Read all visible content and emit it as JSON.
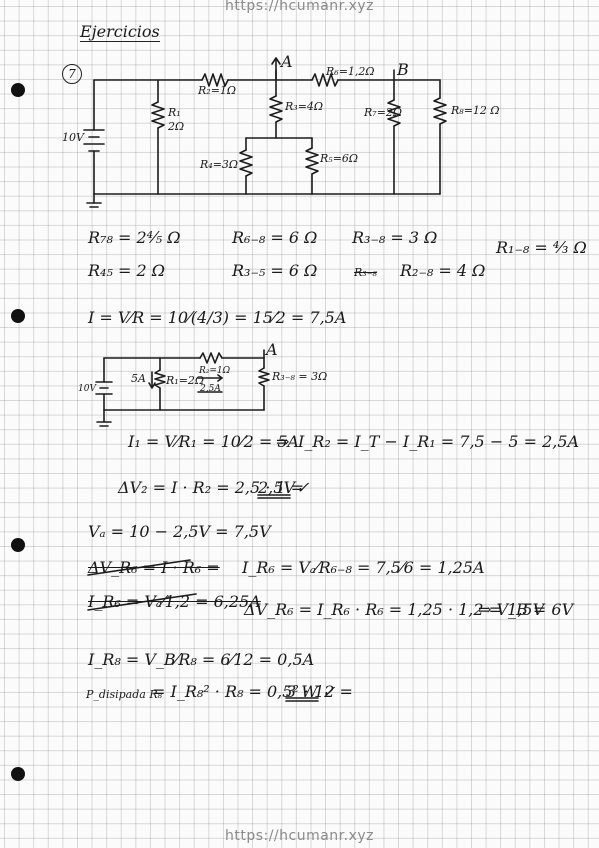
{
  "watermark_top": "https://hcumanr.xyz",
  "watermark_bottom": "https://hcumanr.xyz",
  "title": "Ejercicios",
  "exercise_number": "7",
  "circuit": {
    "voltage": "10V",
    "node_a": "A",
    "node_b": "B",
    "r1": "R₁ 2Ω",
    "r2": "R₂=1Ω",
    "r3": "R₃=4Ω",
    "r4": "R₄=3Ω",
    "r5": "R₅=6Ω",
    "r6": "R₆=1,2Ω",
    "r7": "R₇=2Ω",
    "r8": "R₈=12 Ω"
  },
  "equivalents": {
    "r78": "R₇₈ = 2⁴⁄₅ Ω",
    "r45": "R₄₅ = 2 Ω",
    "r6_8": "R₆₋₈ = 6 Ω",
    "r3_5": "R₃₋₅ = 6 Ω",
    "r3_8": "R₃₋₈ = 3 Ω",
    "r3_8_struck": "R₃₋₈",
    "r2_8": "R₂₋₈ = 4 Ω",
    "r1_8": "R₁₋₈ = ⁴⁄₃ Ω"
  },
  "current_total": "I = V⁄R = 10⁄(4/3) = 15⁄2 = 7,5A",
  "reduced_circuit": {
    "voltage": "10V",
    "i1": "5A",
    "r1": "R₁=2Ω",
    "r2": "R₂=1Ω",
    "i2": "2,5A",
    "r38": "R₃₋₈ = 3Ω",
    "node_a": "A"
  },
  "eq_i1": "I₁ = V⁄R₁ = 10⁄2 = 5A",
  "eq_arrow": "⇒",
  "eq_ir2": "I_R₂ = I_T − I_R₁ = 7,5 − 5 = 2,5A",
  "eq_dv2": "ΔV₂ = I · R₂ = 2,5 · 1 =",
  "eq_dv2_result": "2,5V",
  "eq_dv2_check": "✓",
  "eq_va": "Vₐ = 10 − 2,5V = 7,5V",
  "eq_struck1": "ΔV_R₆ = I · R₆ =",
  "eq_struck2": "I_R₆ = Vₐ⁄1,2 = 6,25A",
  "eq_ir6": "I_R₆ = Vₐ⁄R₆₋₈ = 7,5⁄6 = 1,25A",
  "eq_dvr6": "ΔV_R₆ = I_R₆ · R₆ = 1,25 · 1,2 = 1,5V",
  "eq_vb": "⇒ V_B = 6V",
  "eq_ir8": "I_R₈ = V_B⁄R₈ = 6⁄12 = 0,5A",
  "eq_p_label": "P_disipada R₈",
  "eq_p": "= I_R₈² · R₈ = 0,5² · 12 =",
  "eq_p_result": "3 W",
  "eq_p_check": "✓"
}
